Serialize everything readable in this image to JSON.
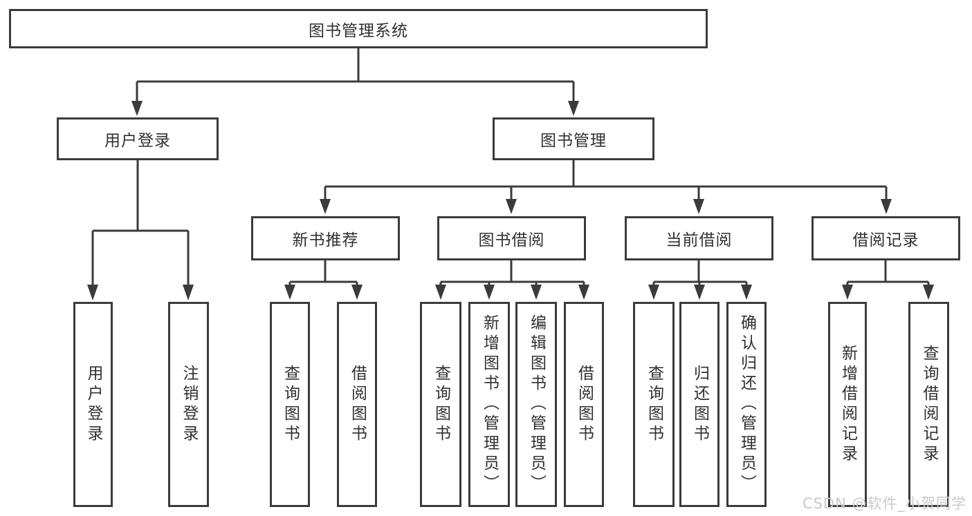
{
  "diagram": {
    "root": {
      "label": "图书管理系统"
    },
    "level2": [
      {
        "label": "用户登录"
      },
      {
        "label": "图书管理"
      }
    ],
    "level3": [
      {
        "label": "新书推荐"
      },
      {
        "label": "图书借阅"
      },
      {
        "label": "当前借阅"
      },
      {
        "label": "借阅记录"
      }
    ],
    "leaves": {
      "user_login": [
        "用户登录",
        "注销登录"
      ],
      "new_book_recommend": [
        "查询图书",
        "借阅图书"
      ],
      "book_borrow": [
        "查询图书",
        "新增图书（管理员）",
        "编辑图书（管理员）",
        "借阅图书"
      ],
      "current_borrow": [
        "查询图书",
        "归还图书",
        "确认归还（管理员）"
      ],
      "borrow_record": [
        "新增借阅记录",
        "查询借阅记录"
      ]
    }
  },
  "watermark": {
    "text": "CSDN @软件_小贺同学"
  },
  "colors": {
    "line": "#3b3b3b",
    "text": "#303030",
    "watermark": "#c9c9c9",
    "background": "#ffffff"
  }
}
